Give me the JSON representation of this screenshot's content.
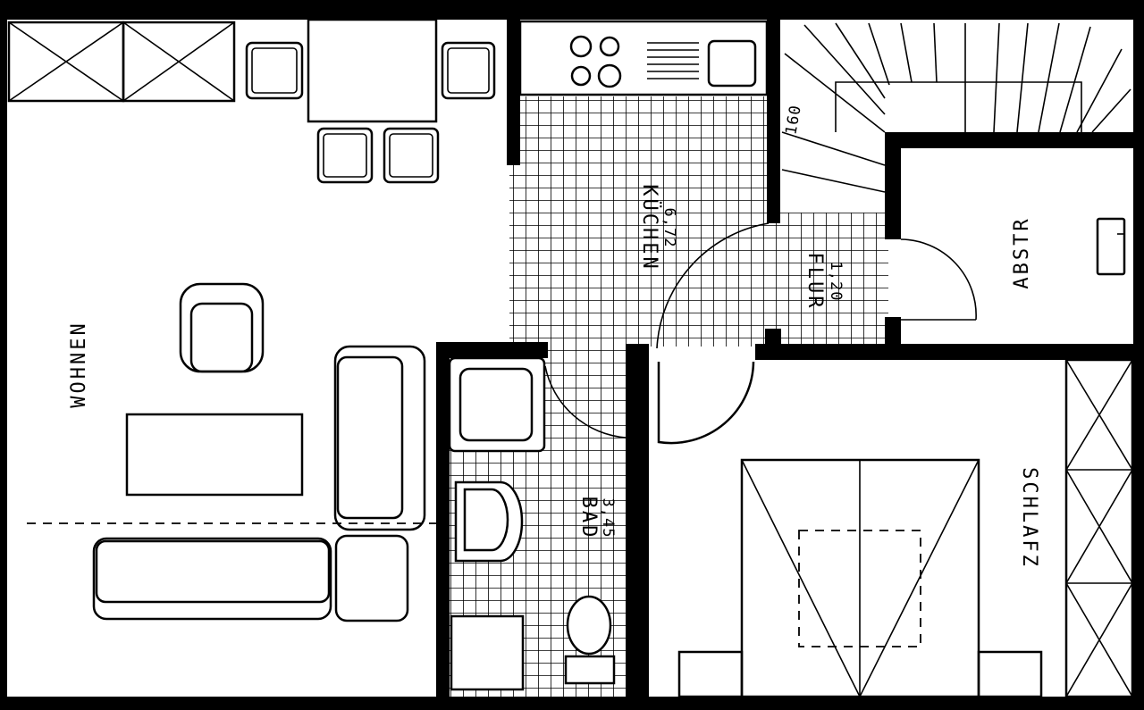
{
  "rooms": {
    "wohnen": {
      "name": "WOHNEN"
    },
    "kuechen": {
      "name": "KÜCHEN",
      "area": "6,72"
    },
    "flur": {
      "name": "FLUR",
      "area": "1,20"
    },
    "abstr": {
      "name": "ABSTR"
    },
    "bad": {
      "name": "BAD",
      "area": "3,45"
    },
    "schlaf": {
      "name": "SCHLAFZ"
    }
  },
  "stair": {
    "dimension": "160"
  }
}
